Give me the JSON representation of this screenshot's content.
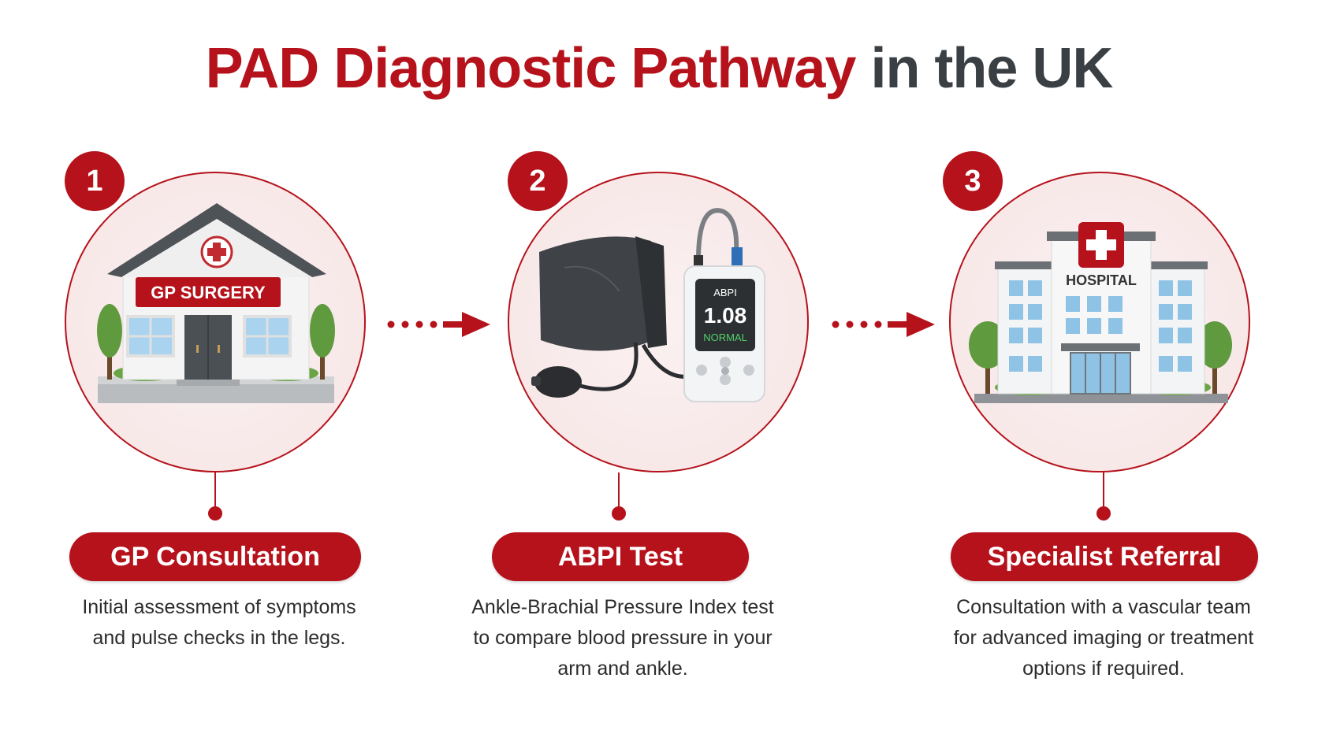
{
  "title": {
    "part1": "PAD Diagnostic Pathway",
    "part2": "in the UK"
  },
  "colors": {
    "accent": "#b5121b",
    "title_dark": "#3a3f44",
    "circle_fill": "#f8e9e9"
  },
  "steps": [
    {
      "number": "1",
      "label": "GP Consultation",
      "desc_line1": "Initial assessment of symptoms",
      "desc_line2": "and pulse checks in the legs.",
      "illustration": "gp-surgery-building",
      "sign": "GP SURGERY"
    },
    {
      "number": "2",
      "label": "ABPI Test",
      "desc_line1": "Ankle-Brachial Pressure Index test",
      "desc_line2": "to compare blood pressure in your",
      "desc_line3": "arm and ankle.",
      "illustration": "blood-pressure-cuff-and-monitor",
      "monitor_title": "ABPI",
      "monitor_value": "1.08",
      "monitor_status": "NORMAL"
    },
    {
      "number": "3",
      "label": "Specialist Referral",
      "desc_line1": "Consultation with a vascular team",
      "desc_line2": "for advanced imaging or treatment",
      "desc_line3": "options if required.",
      "illustration": "hospital-building",
      "sign": "HOSPITAL"
    }
  ],
  "connectors": [
    "dotted-arrow-icon",
    "dotted-arrow-icon"
  ]
}
